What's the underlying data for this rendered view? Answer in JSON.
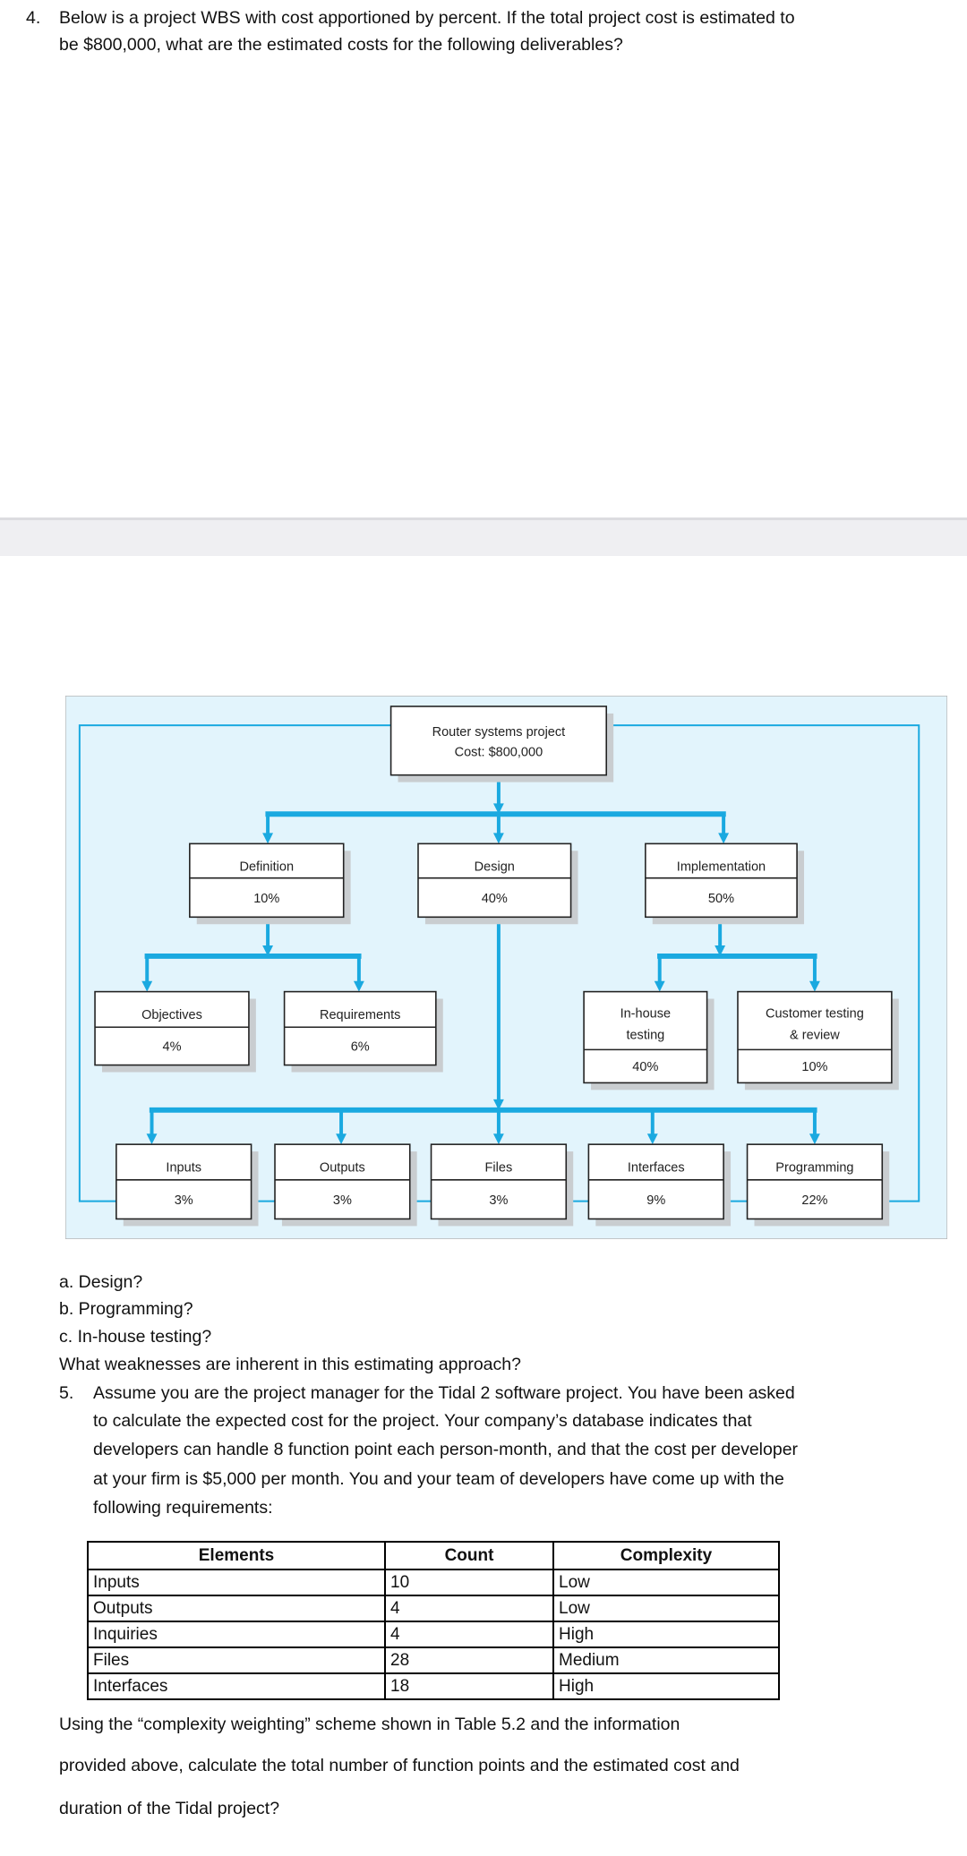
{
  "question4": {
    "number": "4.",
    "lines": [
      "Below is a project WBS with cost apportioned by percent. If the total project cost is estimated to",
      "be $800,000, what are the estimated costs for the following deliverables?"
    ]
  },
  "wbs": {
    "line_color": "#1aa9e0",
    "background_color": "#e2f4fc",
    "root": {
      "title": "Router systems project",
      "cost": "Cost: $800,000"
    },
    "nodes": {
      "definition": {
        "label": [
          "Definition"
        ],
        "pct": "10%"
      },
      "design": {
        "label": [
          "Design"
        ],
        "pct": "40%"
      },
      "implementation": {
        "label": [
          "Implementation"
        ],
        "pct": "50%"
      },
      "objectives": {
        "label": [
          "Objectives"
        ],
        "pct": "4%"
      },
      "requirements": {
        "label": [
          "Requirements"
        ],
        "pct": "6%"
      },
      "inhouse": {
        "label": [
          "In-house",
          "testing"
        ],
        "pct": "40%"
      },
      "customer": {
        "label": [
          "Customer testing",
          "& review"
        ],
        "pct": "10%"
      },
      "inputs": {
        "label": [
          "Inputs"
        ],
        "pct": "3%"
      },
      "outputs": {
        "label": [
          "Outputs"
        ],
        "pct": "3%"
      },
      "files": {
        "label": [
          "Files"
        ],
        "pct": "3%"
      },
      "interfaces": {
        "label": [
          "Interfaces"
        ],
        "pct": "9%"
      },
      "programming": {
        "label": [
          "Programming"
        ],
        "pct": "22%"
      }
    }
  },
  "sub_questions": [
    "a. Design?",
    "b. Programming?",
    "c. In-house testing?"
  ],
  "weakness_question": "What weaknesses are inherent in this estimating approach?",
  "question5": {
    "number": "5.",
    "lines": [
      "Assume you are the project manager for the Tidal 2 software project. You have been asked",
      "to calculate the expected cost for the project. Your company’s database indicates that",
      "developers can handle 8 function point each person-month, and that the cost per developer",
      "at your firm is $5,000 per month. You and your team of developers have come up with the",
      "following requirements:"
    ]
  },
  "requirements_table": {
    "headers": [
      "Elements",
      "Count",
      "Complexity"
    ],
    "rows": [
      [
        "Inputs",
        "10",
        "Low"
      ],
      [
        "Outputs",
        "4",
        "Low"
      ],
      [
        "Inquiries",
        "4",
        "High"
      ],
      [
        "Files",
        "28",
        "Medium"
      ],
      [
        "Interfaces",
        "18",
        "High"
      ]
    ]
  },
  "closing_lines": [
    "Using the “complexity weighting” scheme shown in Table 5.2 and the information",
    "provided above, calculate the total number of function points and the estimated cost and",
    "duration of the Tidal project?"
  ]
}
